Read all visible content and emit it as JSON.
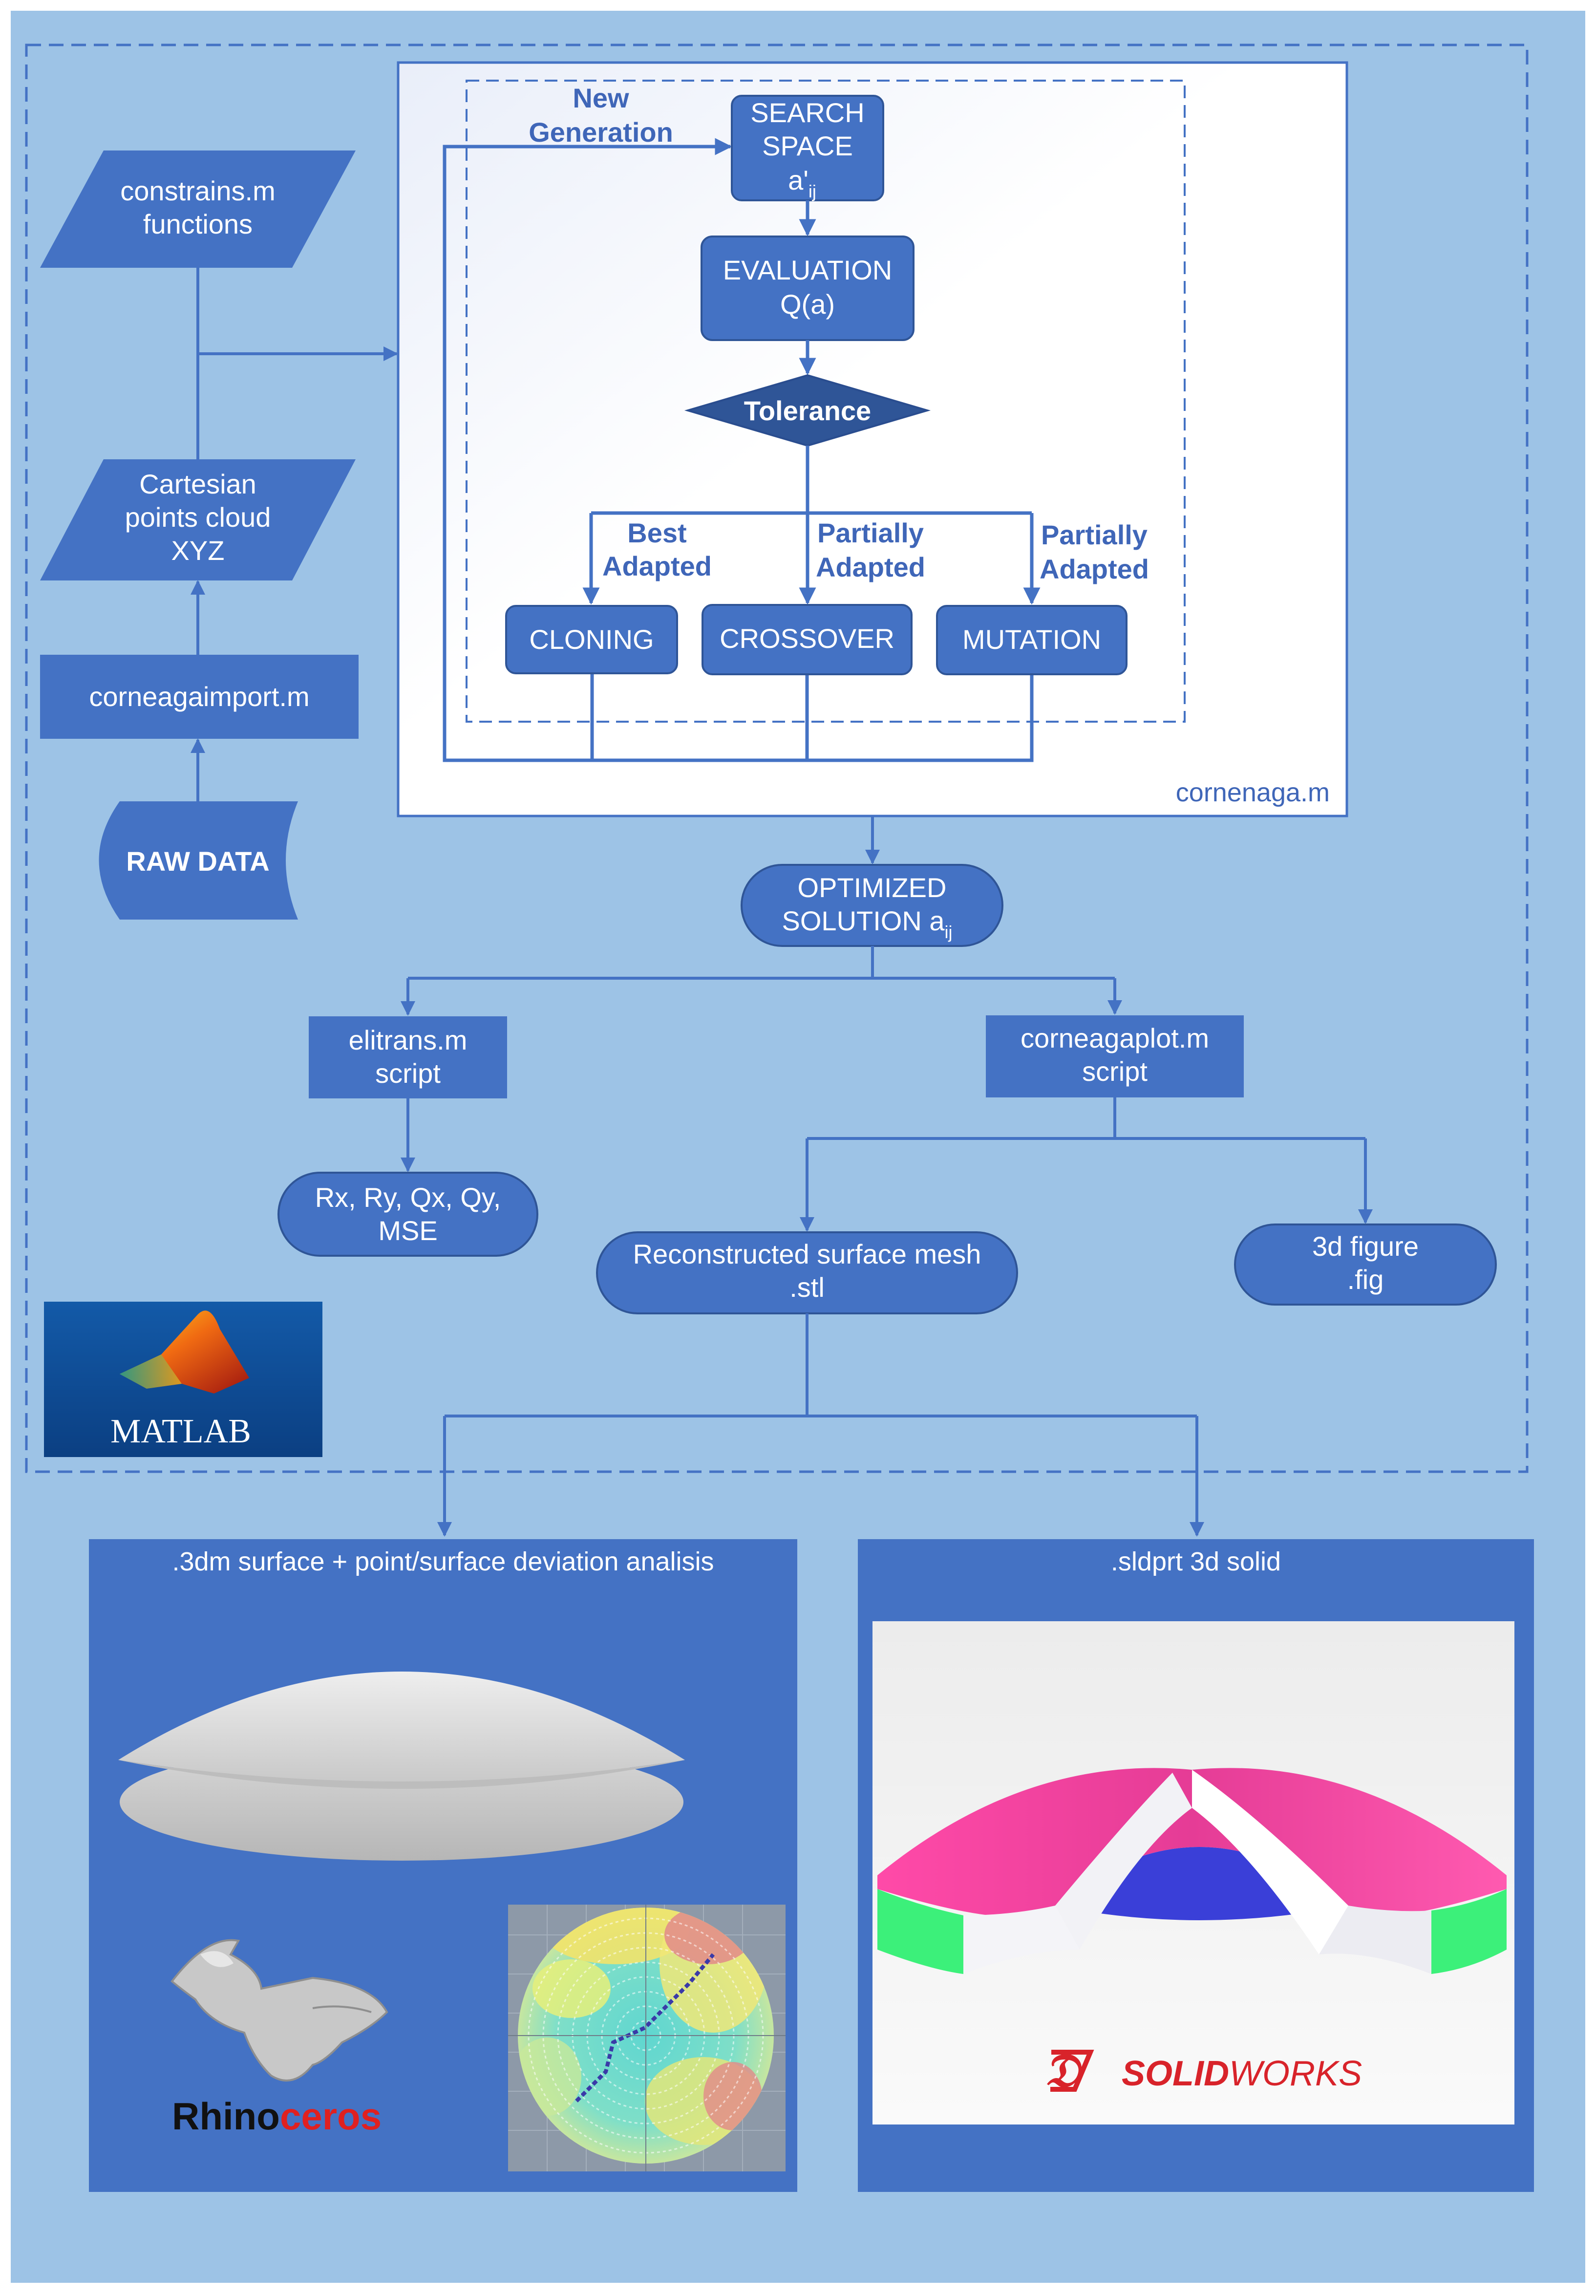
{
  "inputs": {
    "constrains": [
      "constrains.m",
      "functions"
    ],
    "cloud": [
      "Cartesian",
      "points cloud",
      "XYZ"
    ],
    "import_script": "corneagaimport.m",
    "raw_data": "RAW DATA"
  },
  "ga_loop": {
    "module_name": "cornenaga.m",
    "new_generation": [
      "New",
      "Generation"
    ],
    "search_space": {
      "line1": "SEARCH",
      "line2": "SPACE",
      "symbol": "a'",
      "subscript": "ij"
    },
    "evaluation": [
      "EVALUATION",
      "Q(a)"
    ],
    "tolerance": "Tolerance",
    "branches": [
      {
        "label": [
          "Best",
          "Adapted"
        ],
        "operator": "CLONING"
      },
      {
        "label": [
          "Partially",
          "Adapted"
        ],
        "operator": "CROSSOVER"
      },
      {
        "label": [
          "Partially",
          "Adapted"
        ],
        "operator": "MUTATION"
      }
    ]
  },
  "optimized": {
    "line1": "OPTIMIZED",
    "line2_prefix": "SOLUTION a",
    "subscript": "ij"
  },
  "outputs": {
    "elitrans": [
      "elitrans.m",
      "script"
    ],
    "params": [
      "Rx, Ry, Qx, Qy,",
      "MSE"
    ],
    "plot_script": [
      "corneagaplot.m",
      "script"
    ],
    "mesh": [
      "Reconstructed surface mesh",
      ".stl"
    ],
    "figure": [
      "3d figure",
      ".fig"
    ]
  },
  "logos": {
    "matlab": "MATLAB",
    "rhino_part1": "Rhino",
    "rhino_part2": "ceros",
    "solidworks_part1": "SOLID",
    "solidworks_part2": "WORKS"
  },
  "panels": {
    "rhino_caption": ".3dm surface + point/surface deviation analisis",
    "solid_caption": ".sldprt 3d solid"
  },
  "colors": {
    "background": "#9dc3e6",
    "node_fill": "#4472c4",
    "node_stroke": "#2f5597",
    "label": "#3f66b8",
    "rhino_red": "#e02020",
    "solidworks_red": "#d8232a",
    "solid_magenta": "#ec3d9a",
    "solid_green": "#3cf07a",
    "solid_blue": "#3a3fd8"
  }
}
